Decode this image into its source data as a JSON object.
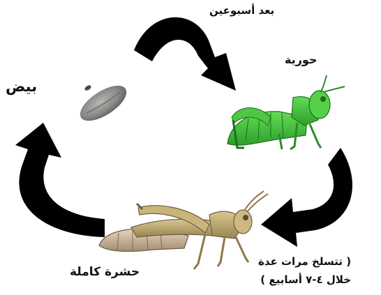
{
  "diagram": {
    "stages": {
      "eggs": "بيض",
      "nymph": "حورية",
      "adult": "حشرة كاملة"
    },
    "transitions": {
      "eggs_to_nymph": "بعد أسبوعين",
      "nymph_to_adult_line1": "( تتسلخ مرات عدة",
      "nymph_to_adult_line2": "خلال ٤-٧ أسابيع )"
    },
    "icons": [
      "egg-image",
      "nymph-grasshopper-image",
      "adult-grasshopper-image",
      "cycle-arrow-icon"
    ],
    "colors": {
      "arrow": "#000000",
      "nymph_green": "#3fc43c",
      "adult_tan": "#b5a06a",
      "egg_gray": "#8a8a88"
    }
  }
}
